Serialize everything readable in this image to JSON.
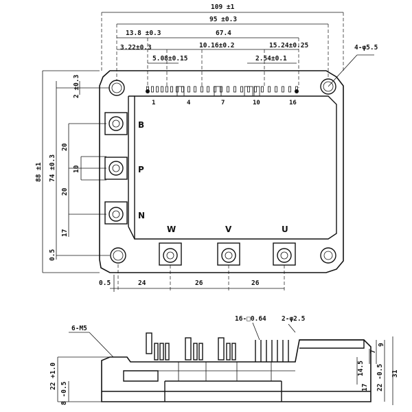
{
  "top_dimensions": {
    "overall_width": "109 ±1",
    "mount_pitch": "95 ±0.3",
    "offset_13_8": "13.8 ±0.3",
    "span_67_4": "67.4",
    "offset_3_22": "3.22±0.3",
    "pin_span_10_16": "10.16±0.2",
    "pin_span_15_24": "15.24±0.25",
    "pin_pitch_5_08": "5.08±0.15",
    "pin_pitch_2_54": "2.54±0.1",
    "mount_holes": "4-φ5.5"
  },
  "left_dimensions": {
    "height_88": "88 ±1",
    "height_74": "74 ±0.3",
    "dim_2": "2 ±0.3",
    "dim_20a": "20",
    "dim_10": "10",
    "dim_20b": "20",
    "dim_17": "17",
    "dim_0_5": "0.5"
  },
  "bottom_dimensions": {
    "dim_0_5": "0.5",
    "dim_24": "24",
    "dim_26a": "26",
    "dim_26b": "26"
  },
  "terminals": {
    "left": [
      "B",
      "P",
      "N"
    ],
    "bottom": [
      "W",
      "V",
      "U"
    ]
  },
  "pin_numbers": [
    "1",
    "4",
    "7",
    "10",
    "16"
  ],
  "side_view": {
    "screws": "6-M5",
    "pins_spec": "16-□0.64",
    "holes_spec": "2-φ2.5",
    "dim_7": "7",
    "dim_9": "9",
    "dim_14_5": "14.5",
    "dim_17": "17",
    "dim_22_right": "22 -0.5",
    "dim_31": "31",
    "dim_22_left": "22 +1.0",
    "dim_8": "8 -0.5"
  }
}
